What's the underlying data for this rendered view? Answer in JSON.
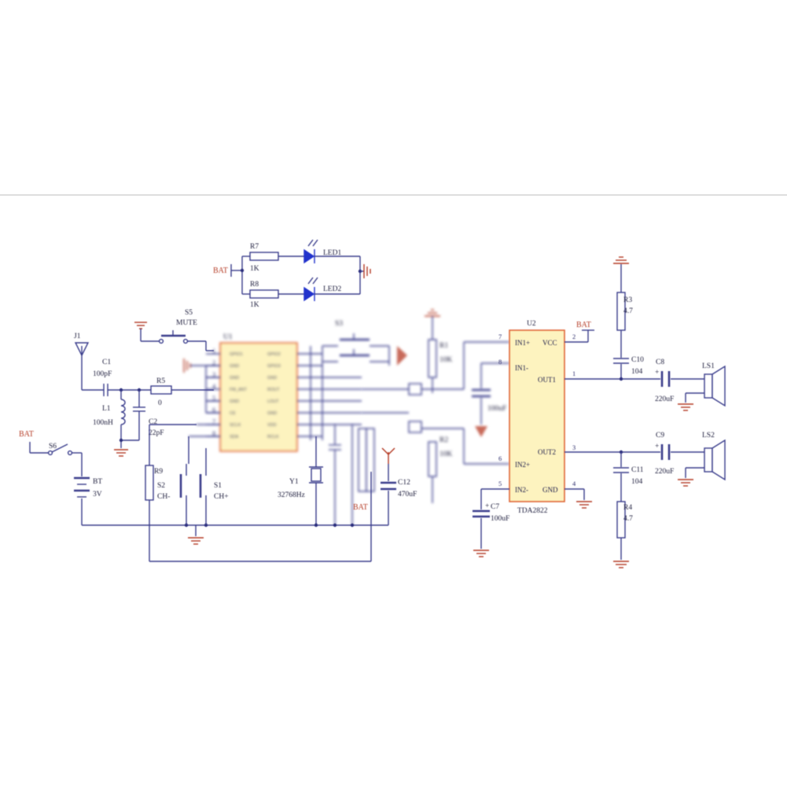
{
  "labels": {
    "bat": "BAT",
    "r7": "R7",
    "r7_val": "1K",
    "r8": "R8",
    "r8_val": "1K",
    "led1": "LED1",
    "led2": "LED2",
    "s5": "S5",
    "mute": "MUTE",
    "u1": "U1",
    "u2": "U2",
    "j1": "J1",
    "c1": "C1",
    "c1_val": "100pF",
    "r5": "R5",
    "r5_val": "0",
    "l1": "L1",
    "l1_val": "100nH",
    "c2": "C2",
    "c2_val": "22pF",
    "s6": "S6",
    "bt": "BT",
    "bt_val": "3V",
    "r9": "R9",
    "s2": "S2",
    "s2_name": "CH-",
    "s1": "S1",
    "s1_name": "CH+",
    "s3": "S3",
    "y1": "Y1",
    "y1_val": "32768Hz",
    "c12": "C12",
    "c12_val": "470uF",
    "r1": "R1",
    "r1_val": "10K",
    "r2": "R2",
    "r2_val": "10K",
    "c6_val": "100uF",
    "c7": "C7",
    "c7_val": "100uF",
    "tda": "TDA2822",
    "r3": "R3",
    "r3_val": "4.7",
    "r4": "R4",
    "r4_val": "4.7",
    "c10": "C10",
    "c10_val": "104",
    "c11": "C11",
    "c11_val": "104",
    "c8": "C8",
    "c8_val": "220uF",
    "c9": "C9",
    "c9_val": "220uF",
    "ls1": "LS1",
    "ls2": "LS2",
    "plus": "+"
  },
  "u2_pins": {
    "in1p": "IN1+",
    "vcc": "VCC",
    "in1m": "IN1-",
    "out1": "OUT1",
    "out2": "OUT2",
    "in2p": "IN2+",
    "in2m": "IN2-",
    "gnd": "GND",
    "n7": "7",
    "n2": "2",
    "n8": "8",
    "n1": "1",
    "n3": "3",
    "n6": "6",
    "n5": "5",
    "n4": "4"
  },
  "u1_pins": {
    "left": [
      "GPIO1",
      "GND",
      "GND",
      "FM_ANT",
      "GND",
      "CE",
      "SCLK",
      "SDA"
    ],
    "right": [
      "GPIO2",
      "GPIO3",
      "GND",
      "ROUT",
      "LOUT",
      "GND",
      "VDD",
      "RCLK"
    ],
    "nums": [
      "1",
      "2",
      "3",
      "4",
      "5",
      "6",
      "7",
      "8"
    ]
  }
}
